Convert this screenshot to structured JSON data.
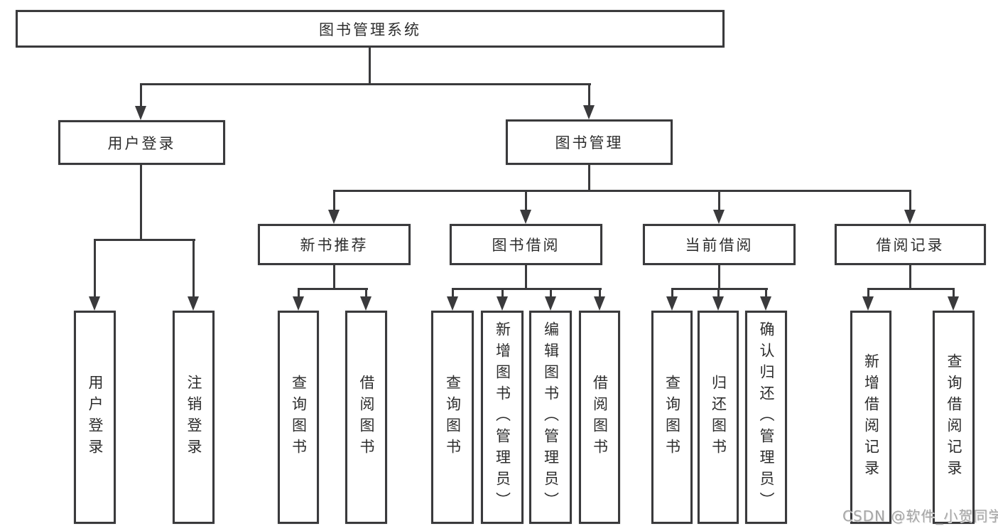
{
  "diagram_title": "图书管理系统",
  "tree": {
    "root": "图书管理系统",
    "children": [
      {
        "label": "用户登录",
        "children": [
          {
            "label": "用户登录"
          },
          {
            "label": "注销登录"
          }
        ]
      },
      {
        "label": "图书管理",
        "children": [
          {
            "label": "新书推荐",
            "children": [
              {
                "label": "查询图书"
              },
              {
                "label": "借阅图书"
              }
            ]
          },
          {
            "label": "图书借阅",
            "children": [
              {
                "label": "查询图书"
              },
              {
                "label": "新增图书（管理员）"
              },
              {
                "label": "编辑图书（管理员）"
              },
              {
                "label": "借阅图书"
              }
            ]
          },
          {
            "label": "当前借阅",
            "children": [
              {
                "label": "查询图书"
              },
              {
                "label": "归还图书"
              },
              {
                "label": "确认归还（管理员）"
              }
            ]
          },
          {
            "label": "借阅记录",
            "children": [
              {
                "label": "新增借阅记录"
              },
              {
                "label": "查询借阅记录"
              }
            ]
          }
        ]
      }
    ]
  },
  "watermark": {
    "text": "CSDN @软件_小贺同学"
  },
  "colors": {
    "line": "#3a3a3c",
    "box_border": "#3a3a3c",
    "text": "#2d2d2d",
    "watermark": "#a6a6a6",
    "background": "#ffffff"
  }
}
